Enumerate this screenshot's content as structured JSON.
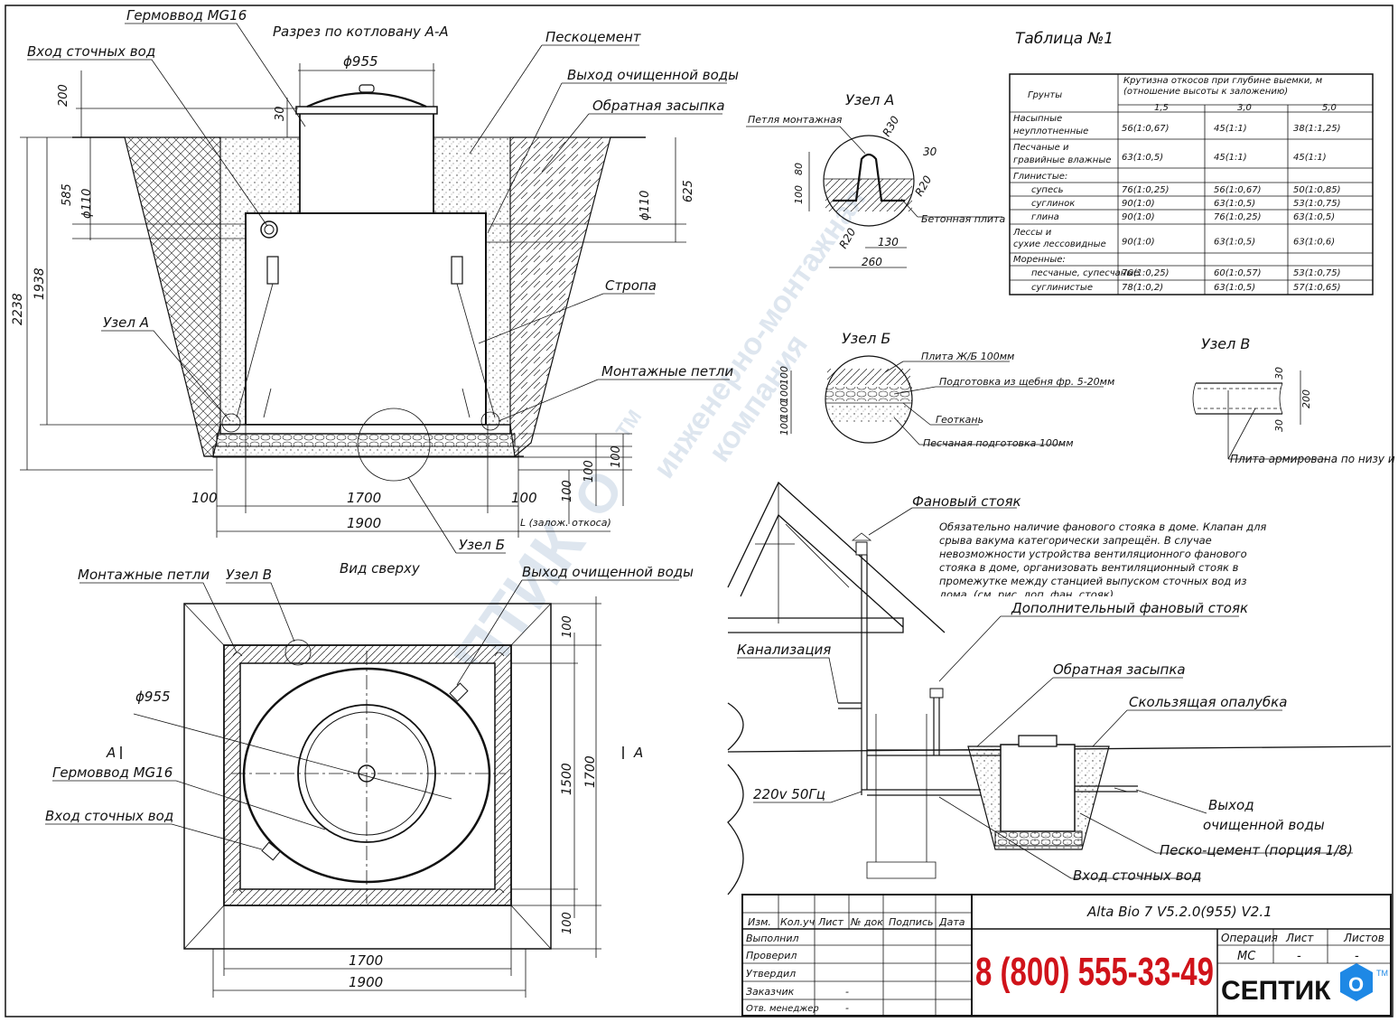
{
  "section": {
    "title": "Разрез по котловану А-А",
    "labels": {
      "germovvod": "Гермоввод MG16",
      "inlet": "Вход сточных вод",
      "peskocement": "Пескоцемент",
      "outlet": "Выход очищенной воды",
      "backfill": "Обратная засыпка",
      "stropa": "Стропа",
      "node_a": "Узел А",
      "mounting_loops": "Монтажные петли",
      "node_b": "Узел Б",
      "slope_note": "L (залож. откоса)"
    },
    "dims": {
      "d955": "ϕ955",
      "d110_left": "ϕ110",
      "d110_right": "ϕ110",
      "d200": "200",
      "d30": "30",
      "d585": "585",
      "d625": "625",
      "d1938": "1938",
      "d2238": "2238",
      "d100_l": "100",
      "d1700": "1700",
      "d100_r": "100",
      "d1900": "1900",
      "d100_v1": "100",
      "d100_v2": "100",
      "d100_v3": "100"
    }
  },
  "top_view": {
    "title": "Вид сверху",
    "labels": {
      "mounting_loops": "Монтажные петли",
      "node_v": "Узел В",
      "outlet": "Выход очищенной воды",
      "d955": "ϕ955",
      "section_a_left": "А",
      "section_a_right": "А",
      "germovvod": "Гермоввод MG16",
      "inlet": "Вход сточных вод"
    },
    "dims": {
      "d100_top": "100",
      "d1500": "1500",
      "d1700_v": "1700",
      "d100_bot": "100",
      "d1700": "1700",
      "d1900": "1900"
    }
  },
  "node_a": {
    "title": "Узел А",
    "labels": {
      "loop": "Петля монтажная",
      "slab": "Бетонная плита"
    },
    "dims": {
      "r30": "R30",
      "d30": "30",
      "r20a": "R20",
      "r20b": "R20",
      "d80": "80",
      "d100": "100",
      "d130": "130",
      "d260": "260"
    }
  },
  "node_b": {
    "title": "Узел Б",
    "labels": {
      "plate": "Плита Ж/Б 100мм",
      "gravel": "Подготовка из щебня фр. 5-20мм",
      "geotextile": "Геоткань",
      "sand": "Песчаная подготовка 100мм"
    },
    "dims": [
      "100",
      "100",
      "100",
      "100"
    ]
  },
  "node_v": {
    "title": "Узел В",
    "labels": {
      "note": "Плита армирована по низу и верху"
    },
    "dims": {
      "d30_top": "30",
      "d200": "200",
      "d30_bot": "30"
    }
  },
  "table": {
    "title": "Таблица №1",
    "header": {
      "soil": "Грунты",
      "slope": "Крутизна откосов при глубине выемки, м (отношение высоты к заложению)",
      "depths": [
        "1,5",
        "3,0",
        "5,0"
      ]
    },
    "rows": [
      {
        "name": "Насыпные неуплотненные",
        "v": [
          "56(1:0,67)",
          "45(1:1)",
          "38(1:1,25)"
        ]
      },
      {
        "name": "Песчаные и гравийные влажные",
        "v": [
          "63(1:0,5)",
          "45(1:1)",
          "45(1:1)"
        ]
      },
      {
        "name": "Глинистые:",
        "v": [
          "",
          "",
          ""
        ]
      },
      {
        "name": "супесь",
        "v": [
          "76(1:0,25)",
          "56(1:0,67)",
          "50(1:0,85)"
        ]
      },
      {
        "name": "суглинок",
        "v": [
          "90(1:0)",
          "63(1:0,5)",
          "53(1:0,75)"
        ]
      },
      {
        "name": "глина",
        "v": [
          "90(1:0)",
          "76(1:0,25)",
          "63(1:0,5)"
        ]
      },
      {
        "name": "Лессы и сухие лессовидные",
        "v": [
          "90(1:0)",
          "63(1:0,5)",
          "63(1:0,6)"
        ]
      },
      {
        "name": "Моренные:",
        "v": [
          "",
          "",
          ""
        ]
      },
      {
        "name": "песчаные, супесчаные",
        "v": [
          "76(1:0,25)",
          "60(1:0,57)",
          "53(1:0,75)"
        ]
      },
      {
        "name": "суглинистые",
        "v": [
          "78(1:0,2)",
          "63(1:0,5)",
          "57(1:0,65)"
        ]
      }
    ]
  },
  "install": {
    "labels": {
      "fan_riser": "Фановый стояк",
      "note": "Обязательно наличие фанового стояка в доме. Клапан для срыва вакума категорически запрещён. В случае невозможности устройства вентиляционного фанового стояка в доме, организовать вентиляционный стояк в промежутке между станцией выпуском сточных вод из дома. (см. рис. доп. фан. стояк).",
      "add_riser": "Дополнительный фановый стояк",
      "sewer": "Канализация",
      "backfill": "Обратная засыпка",
      "formwork": "Скользящая опалубка",
      "power": "220v 50Гц",
      "outlet_1": "Выход",
      "outlet_2": "очищенной воды",
      "sand_cement": "Песко-цемент (порция 1/8)",
      "inlet": "Вход сточных вод"
    }
  },
  "title_block": {
    "project": "Alta Bio 7 V5.2.0(955) V2.1",
    "cols": [
      "Изм.",
      "Кол.уч",
      "Лист",
      "№ док",
      "Подпись",
      "Дата"
    ],
    "roles": [
      "Выполнил",
      "Проверил",
      "Утвердил",
      "Заказчик",
      "Отв. менеджер"
    ],
    "role_marks": [
      "",
      "",
      "",
      "-",
      "-"
    ],
    "phone": "8 (800) 555-33-49",
    "op_head": "Операция",
    "sheet_head": "Лист",
    "sheets_head": "Листов",
    "op_val": "МС",
    "sheet_val": "-",
    "sheets_val": "-",
    "brand": "СЕПТИК",
    "brand_o": "O",
    "tm": "TM"
  },
  "watermark": {
    "brand": "СЕПТИК",
    "o": "O",
    "tm": "TM",
    "line1": "инженерно-монтажная",
    "line2": "компания"
  },
  "colors": {
    "phone": "#d0131a",
    "brand_blue": "#1e88e5",
    "ink": "#111111"
  }
}
